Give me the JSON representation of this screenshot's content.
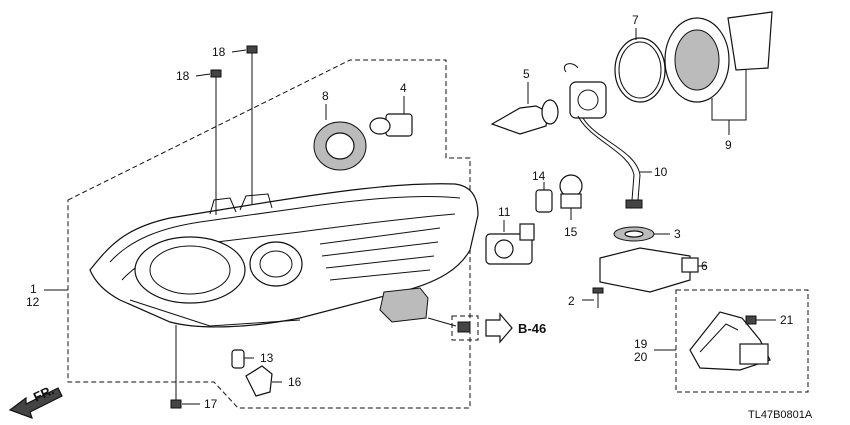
{
  "callouts": {
    "p1": "1",
    "p12": "12",
    "p2": "2",
    "p3": "3",
    "p4": "4",
    "p5": "5",
    "p6": "6",
    "p7": "7",
    "p8": "8",
    "p9": "9",
    "p10": "10",
    "p11": "11",
    "p13": "13",
    "p14": "14",
    "p15": "15",
    "p16": "16",
    "p17": "17",
    "p18a": "18",
    "p18b": "18",
    "p19": "19",
    "p20": "20",
    "p21": "21"
  },
  "reference": "B-46",
  "front_label": "FR.",
  "diagram_code": "TL47B0801A"
}
